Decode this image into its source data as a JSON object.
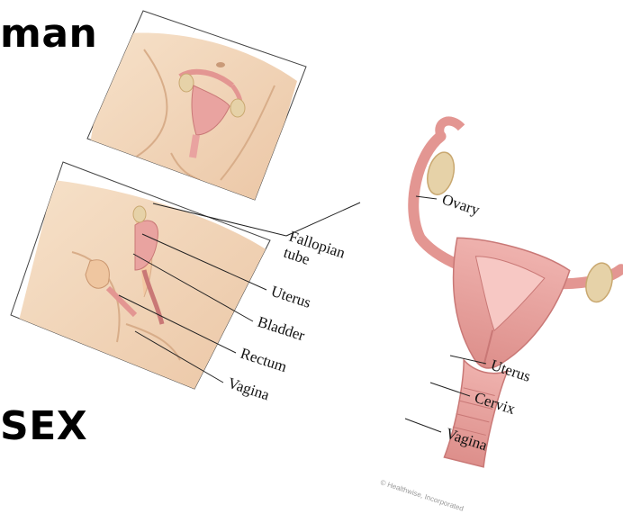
{
  "slide": {
    "title_top": "man",
    "title_bottom": "SEX"
  },
  "figure": {
    "labels": {
      "ovary": "Ovary",
      "fallopian": "Fallopian",
      "tube": "tube",
      "uterus_left": "Uterus",
      "bladder": "Bladder",
      "rectum": "Rectum",
      "vagina_left": "Vagina",
      "uterus_right": "Uterus",
      "cervix": "Cervix",
      "vagina_right": "Vagina"
    },
    "credit": "© Healthwise, Incorporated",
    "colors": {
      "skin": "#f1d3b6",
      "tissue": "#e9a3a0",
      "tissue_dark": "#c97876",
      "ovary": "#e6d2a8"
    }
  }
}
